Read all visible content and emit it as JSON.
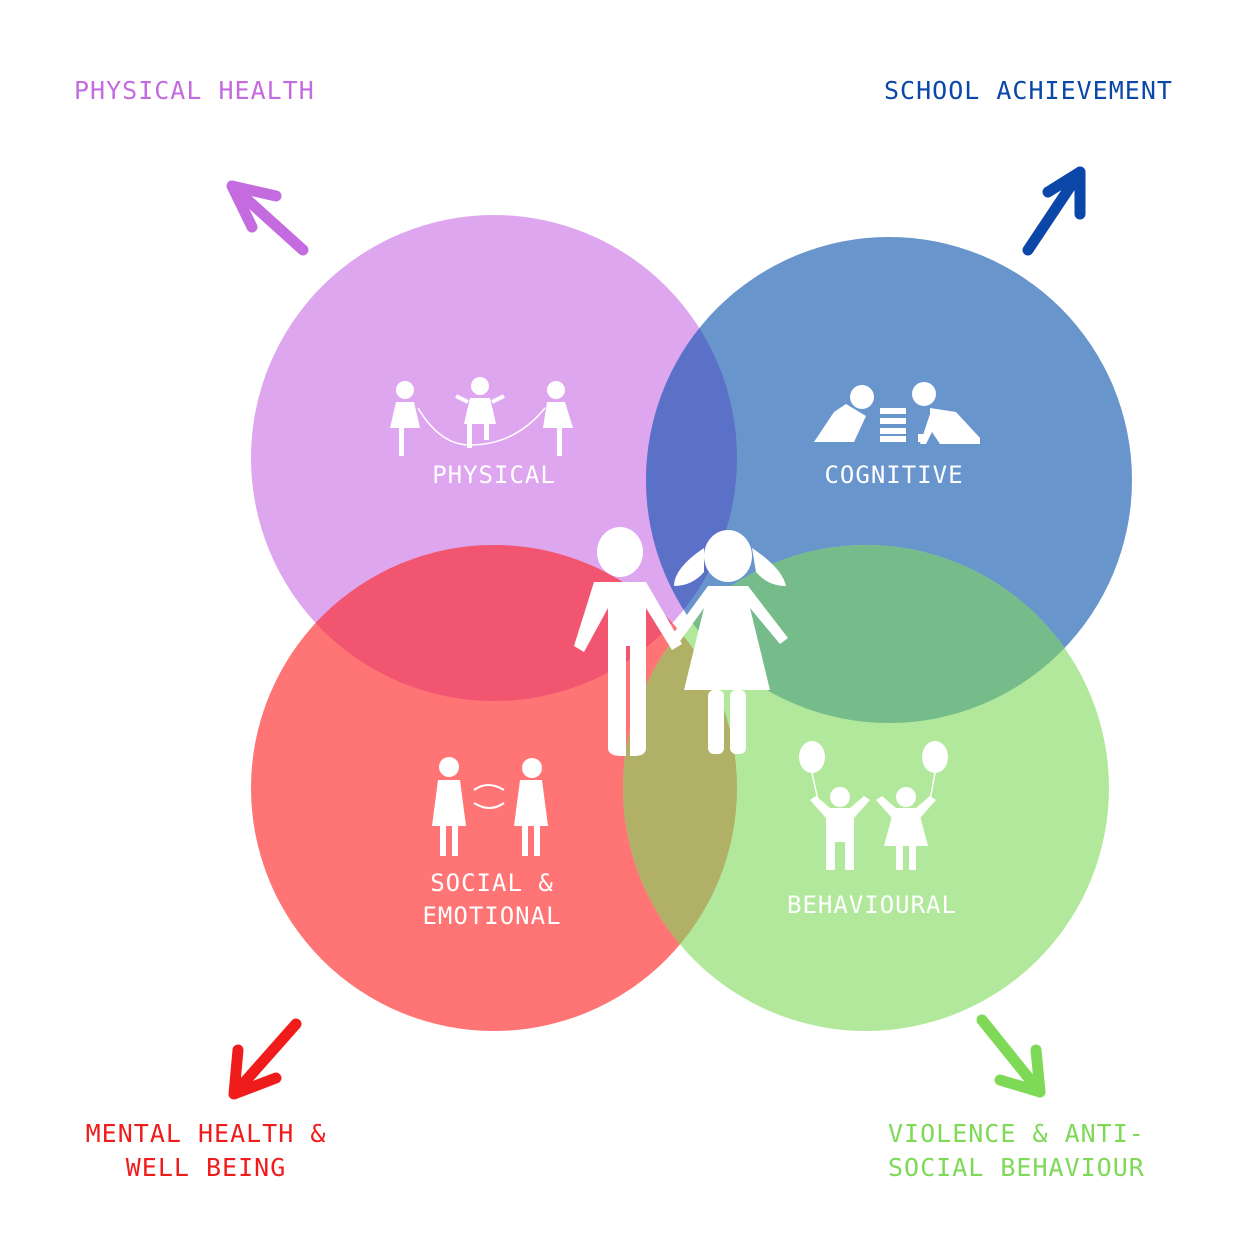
{
  "outcomes": {
    "top_left": {
      "label": "PHYSICAL HEALTH",
      "color": "#c46be0"
    },
    "top_right": {
      "label": "SCHOOL ACHIEVEMENT",
      "color": "#0a47a8"
    },
    "bottom_left": {
      "label": "MENTAL HEALTH &\nWELL BEING",
      "color": "#f01c1c"
    },
    "bottom_right": {
      "label": "VIOLENCE & ANTI-\nSOCIAL BEHAVIOUR",
      "color": "#7ed957"
    }
  },
  "domains": {
    "physical": {
      "label": "PHYSICAL",
      "color": "#dfa6f0",
      "icon": "children-skipping-rope-icon"
    },
    "cognitive": {
      "label": "COGNITIVE",
      "color": "#6895cc",
      "icon": "children-building-blocks-icon"
    },
    "social": {
      "label": "SOCIAL &\nEMOTIONAL",
      "color": "#ff7474",
      "icon": "children-laughing-crying-icon"
    },
    "behavioural": {
      "label": "BEHAVIOURAL",
      "color": "#b2e89c",
      "icon": "children-with-balloons-icon"
    }
  },
  "overlaps": {
    "physical_cognitive": "#5b71c8",
    "physical_social": "#f2556f",
    "cognitive_behavioural": "#76bb8a",
    "social_behavioural": "#b0b066"
  },
  "center_icon": "boy-and-girl-holding-hands-icon"
}
